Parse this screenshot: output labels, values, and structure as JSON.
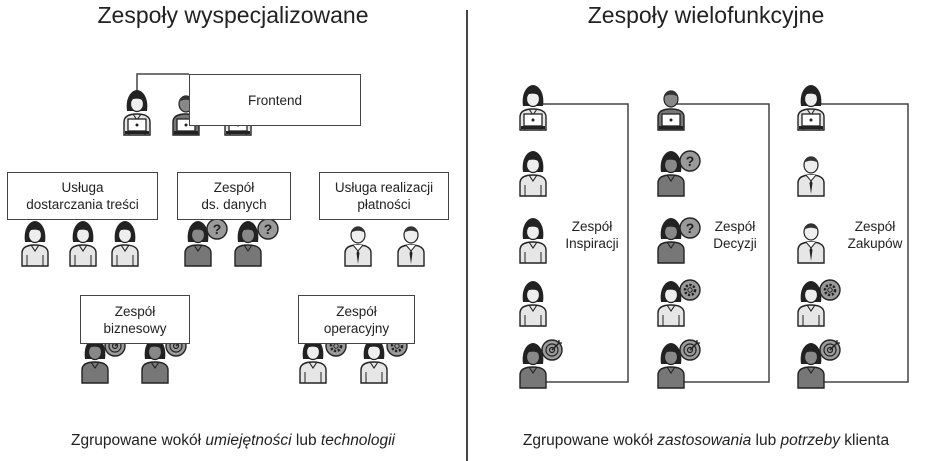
{
  "left": {
    "title": "Zespoły wyspecjalizowane",
    "frontend": "Frontend",
    "teams": [
      {
        "line1": "Usługa",
        "line2": "dostarczania treści"
      },
      {
        "line1": "Zespół",
        "line2": "ds. danych"
      },
      {
        "line1": "Usługa realizacji",
        "line2": "płatności"
      },
      {
        "line1": "Zespół",
        "line2": "biznesowy"
      },
      {
        "line1": "Zespół",
        "line2": "operacyjny"
      }
    ],
    "footer": {
      "pre": "Zgrupowane wokół ",
      "em1": "umiejętności",
      "mid": " lub ",
      "em2": "technologii"
    }
  },
  "right": {
    "title": "Zespoły wielofunkcyjne",
    "teams": [
      {
        "line1": "Zespół",
        "line2": "Inspiracji"
      },
      {
        "line1": "Zespół",
        "line2": "Decyzji"
      },
      {
        "line1": "Zespół",
        "line2": "Zakupów"
      }
    ],
    "footer": {
      "pre": "Zgrupowane wokół ",
      "em1": "zastosowania",
      "mid": " lub ",
      "em2": "potrzeby",
      "post": " klienta"
    }
  },
  "colors": {
    "ink": "#222222",
    "line": "#444444",
    "person_light": "#e6e6e6",
    "person_dark": "#777777",
    "badge": "#9a9a9a"
  },
  "icons": [
    "woman-laptop",
    "man-laptop",
    "woman",
    "man-tie",
    "question-badge",
    "gear-badge",
    "target-badge"
  ]
}
